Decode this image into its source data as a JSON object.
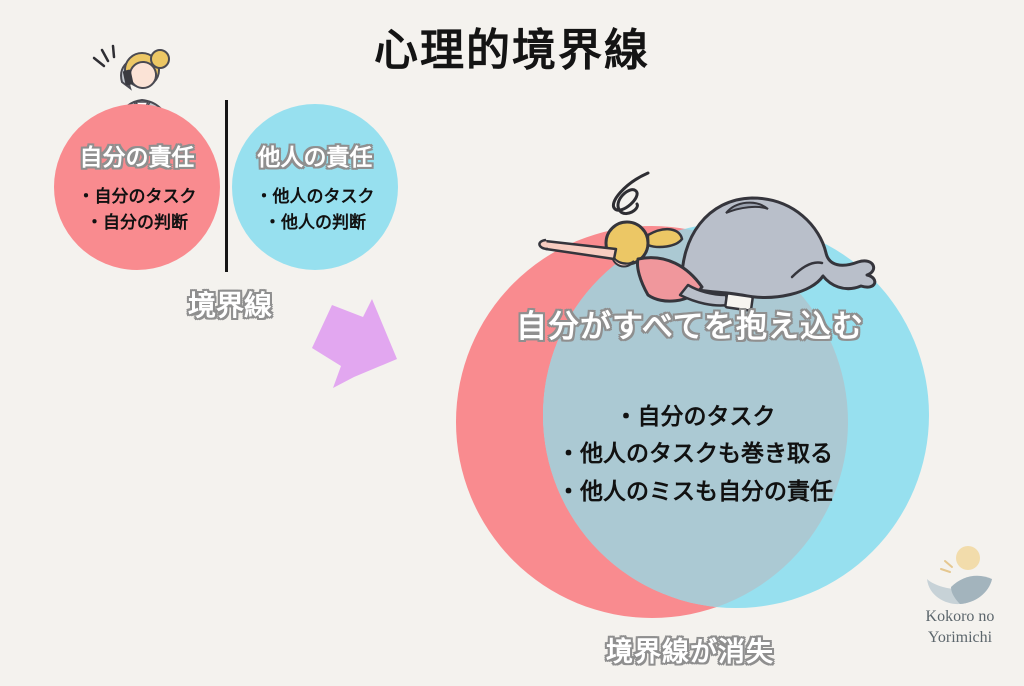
{
  "title": "心理的境界線",
  "colors": {
    "background": "#f4f2ee",
    "pink": "#f98b8f",
    "blue": "#97e0ef",
    "overlap": "#abc9d3",
    "arrow": "#e2a7f0",
    "line": "#151515",
    "outline": "#8f8f8f",
    "text": "#111111",
    "logo_text": "#5c666c",
    "logo_sun": "#f2dcab",
    "logo_wave_light": "#c7d2d7",
    "logo_wave_dark": "#a3b4bd"
  },
  "before": {
    "self_circle": {
      "heading": "自分の責任",
      "items": [
        "・自分のタスク",
        "・自分の判断"
      ]
    },
    "other_circle": {
      "heading": "他人の責任",
      "items": [
        "・他人のタスク",
        "・他人の判断"
      ]
    },
    "boundary_label": "境界線"
  },
  "after": {
    "heading": "自分がすべてを抱え込む",
    "items": [
      "・自分のタスク",
      "・他人のタスクも巻き取る",
      "・他人のミスも自分の責任"
    ],
    "boundary_label": "境界線が消失"
  },
  "logo": {
    "line1": "Kokoro no",
    "line2": "Yorimichi"
  }
}
